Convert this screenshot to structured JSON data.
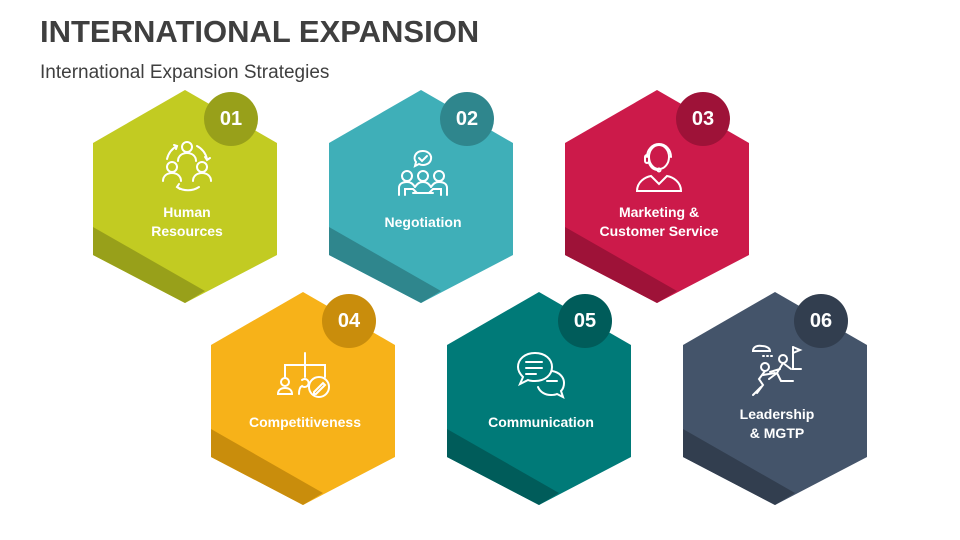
{
  "header": {
    "title": "INTERNATIONAL EXPANSION",
    "subtitle": "International Expansion Strategies"
  },
  "items": [
    {
      "number": "01",
      "label_line1": "Human",
      "label_line2": "Resources",
      "icon": "team-cycle-icon",
      "color": "#c2cb22",
      "shade": "#98a01a",
      "badge": "#98a01a"
    },
    {
      "number": "02",
      "label_line1": "Negotiation",
      "label_line2": "",
      "icon": "meeting-agreement-icon",
      "color": "#3fafb8",
      "shade": "#2f868d",
      "badge": "#2f868d"
    },
    {
      "number": "03",
      "label_line1": "Marketing &",
      "label_line2": "Customer Service",
      "icon": "headset-agent-icon",
      "color": "#cc1a4a",
      "shade": "#9e1238",
      "badge": "#9e1238"
    },
    {
      "number": "04",
      "label_line1": "Competitiveness",
      "label_line2": "",
      "icon": "org-chart-edit-icon",
      "color": "#f7b219",
      "shade": "#c98d0c",
      "badge": "#c98d0c"
    },
    {
      "number": "05",
      "label_line1": "Communication",
      "label_line2": "",
      "icon": "chat-bubbles-icon",
      "color": "#007a78",
      "shade": "#005c5a",
      "badge": "#005c5a"
    },
    {
      "number": "06",
      "label_line1": "Leadership",
      "label_line2": "& MGTP",
      "icon": "climb-flag-icon",
      "color": "#44546a",
      "shade": "#323e4f",
      "badge": "#323e4f"
    }
  ]
}
